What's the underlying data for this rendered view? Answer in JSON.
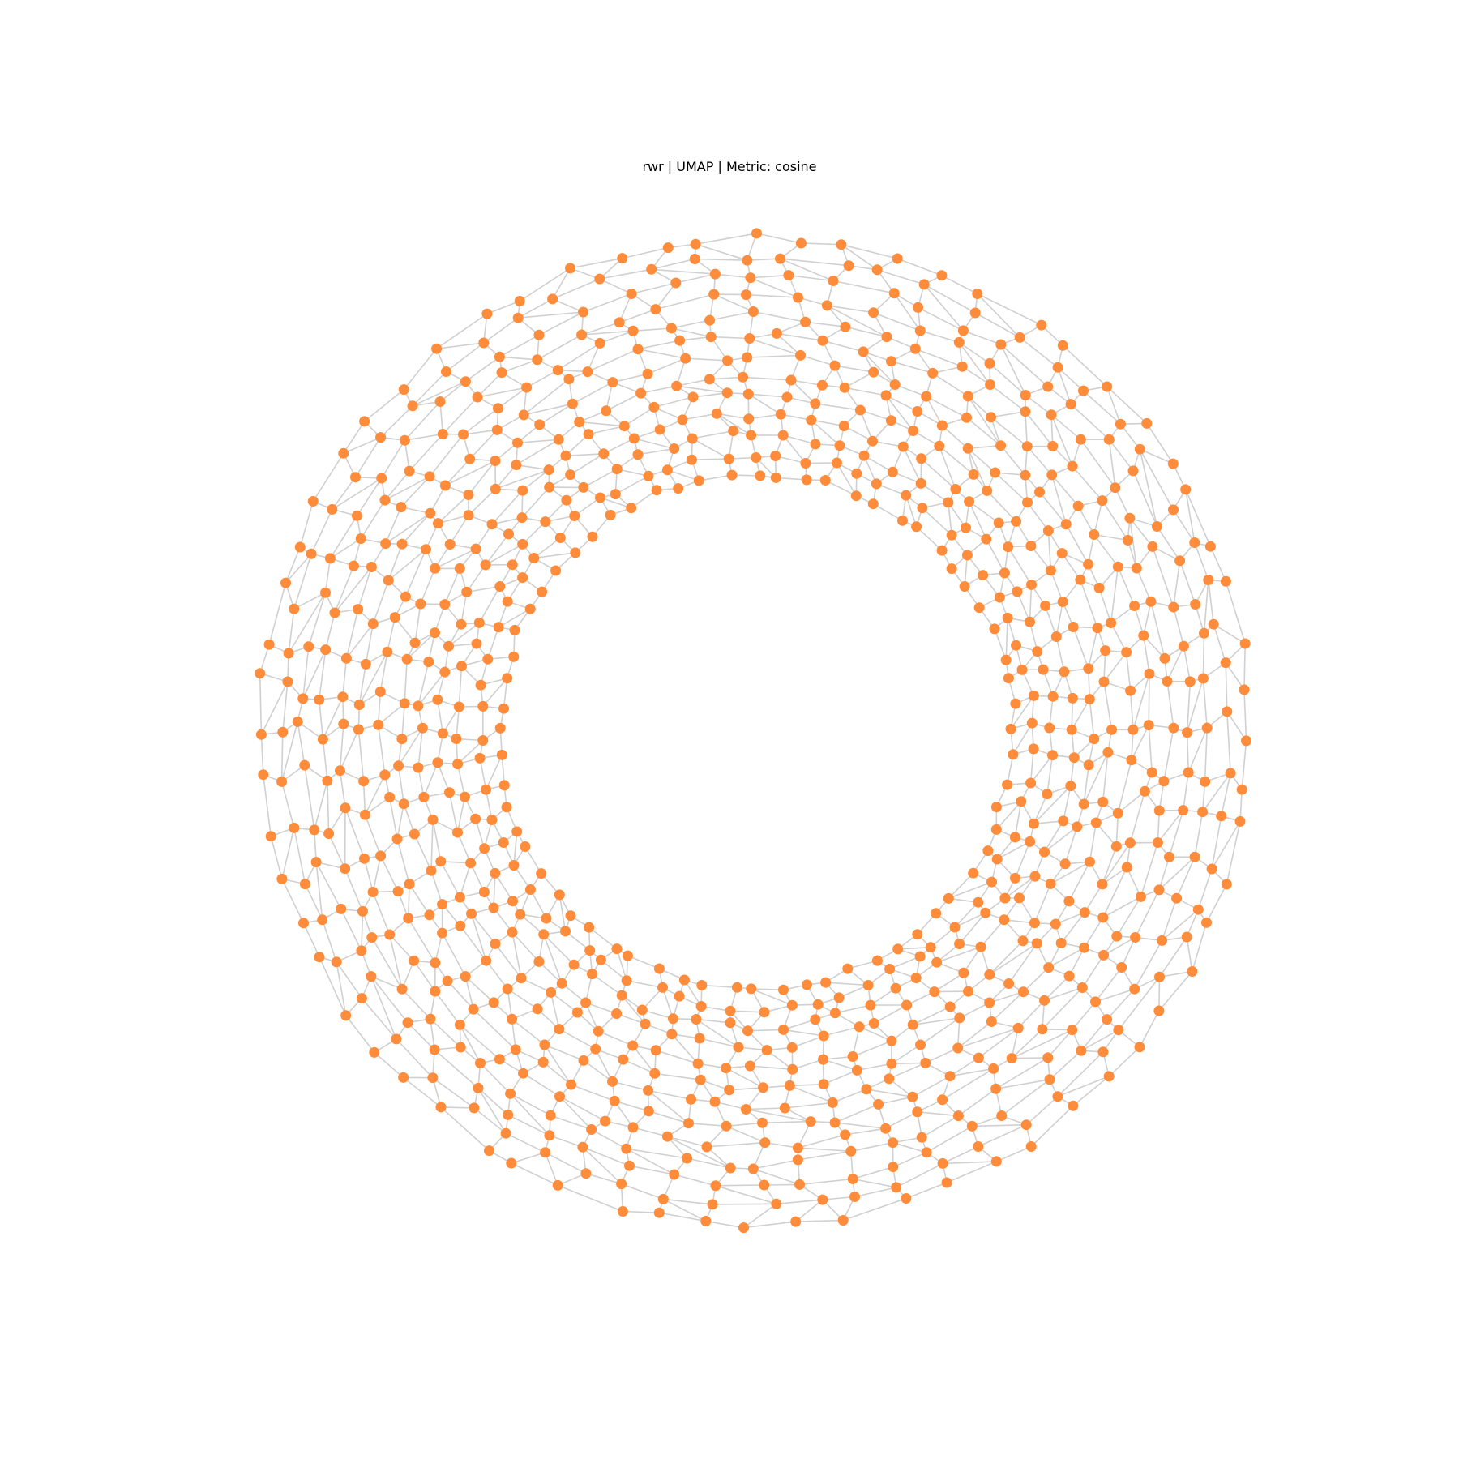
{
  "chart_data": {
    "type": "scatter",
    "title": "rwr | UMAP | Metric: cosine",
    "axes_visible": false,
    "grid": false,
    "legend": "none",
    "node_color": "#ff8c3a",
    "edge_color": "#d0d0d0",
    "graph": {
      "structure": "annulus mesh (torus-like embedding)",
      "rings": 13,
      "nodes_per_ring": 64,
      "node_count": 832,
      "center": [
        0,
        0
      ],
      "inner_radius": 0.52,
      "outer_radius": 1.0,
      "xlim": [
        -1.1,
        1.1
      ],
      "ylim": [
        -1.1,
        1.1
      ],
      "edges": "each node connects to its neighbour on the same ring and to the corresponding node on the next ring"
    }
  }
}
